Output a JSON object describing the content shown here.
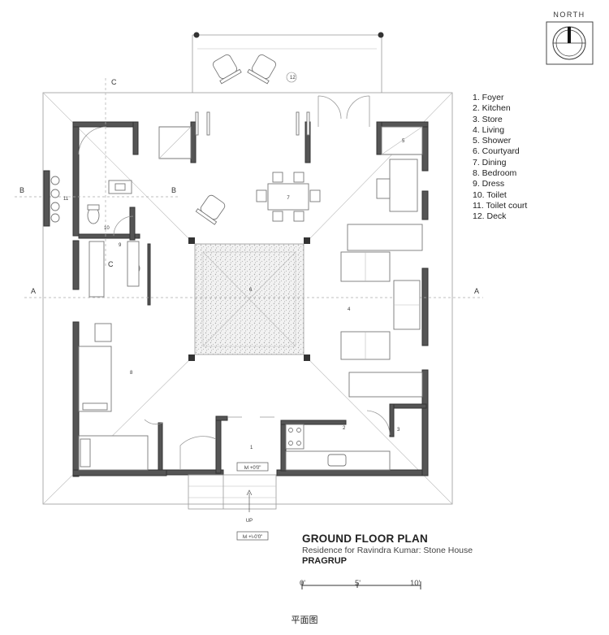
{
  "compass": {
    "label": "NORTH"
  },
  "legend": [
    "1. Foyer",
    "2. Kitchen",
    "3. Store",
    "4. Living",
    "5. Shower",
    "6. Courtyard",
    "7. Dining",
    "8. Bedroom",
    "9. Dress",
    "10. Toilet",
    "11. Toilet court",
    "12. Deck"
  ],
  "title": {
    "main": "GROUND FLOOR PLAN",
    "subtitle": "Residence for Ravindra Kumar: Stone House",
    "firm": "PRAGRUP"
  },
  "scale_bar": {
    "labels": [
      "0'",
      "5'",
      "10'"
    ]
  },
  "section_markers": {
    "a": "A",
    "b": "B",
    "c": "C"
  },
  "level_marks": {
    "foyer": "lvl +0'0\"",
    "entry": "lvl +\\-0'0\""
  },
  "stair_label": "UP",
  "room_tags": {
    "foyer": "1",
    "kitchen": "2",
    "store": "3",
    "living": "4",
    "shower": "5",
    "courtyard": "6",
    "dining": "7",
    "bedroom": "8",
    "dress": "9",
    "toilet": "10",
    "toilet_court": "11",
    "deck": "12"
  },
  "caption": "平面图"
}
